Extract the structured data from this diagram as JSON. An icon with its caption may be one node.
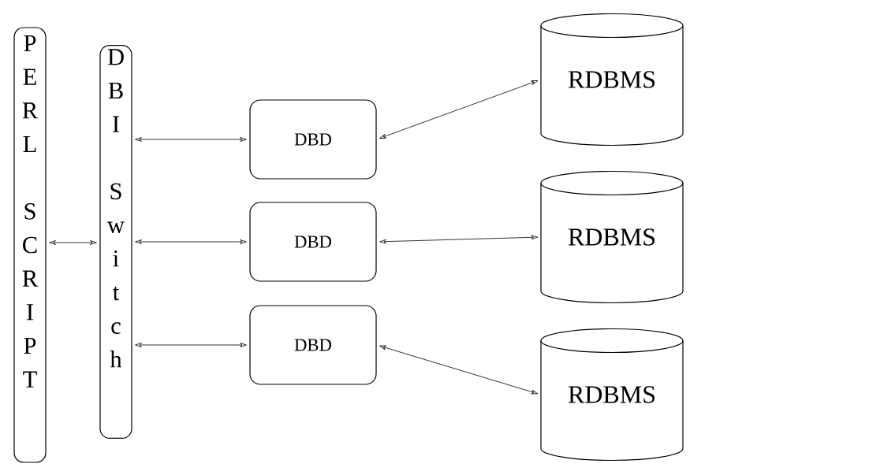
{
  "diagram": {
    "nodes": [
      {
        "text": [
          "PERL SCRIPT"
        ]
      },
      {
        "text": [
          "DBI Switch"
        ]
      },
      {
        "text": [
          "DBD"
        ]
      },
      {
        "text": [
          "DBD"
        ]
      },
      {
        "text": [
          "DBD"
        ]
      },
      {
        "text": [
          "RDBMS"
        ]
      },
      {
        "text": [
          "RDBMS"
        ]
      },
      {
        "text": [
          "RDBMS"
        ]
      }
    ],
    "edges": [
      {
        "from": 0,
        "to": 1,
        "arrow": "both"
      },
      {
        "from": 1,
        "to": 2,
        "arrow": "both"
      },
      {
        "from": 1,
        "to": 3,
        "arrow": "both"
      },
      {
        "from": 1,
        "to": 4,
        "arrow": "both"
      },
      {
        "from": 2,
        "to": 5,
        "arrow": "both"
      },
      {
        "from": 3,
        "to": 6,
        "arrow": "both"
      },
      {
        "from": 4,
        "to": 7,
        "arrow": "both"
      }
    ]
  }
}
